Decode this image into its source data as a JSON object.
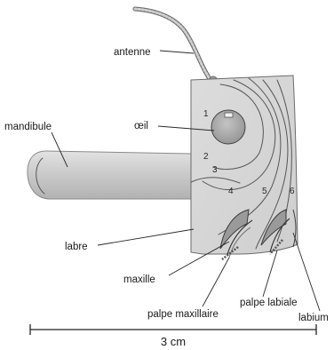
{
  "labels": {
    "antenne": "antenne",
    "mandibule": "mandibule",
    "oeil": "œil",
    "labre": "labre",
    "maxille": "maxille",
    "palpe_maxillaire": "palpe maxillaire",
    "palpe_labiale": "palpe labiale",
    "labium": "labium"
  },
  "region_numbers": [
    "1",
    "2",
    "3",
    "4",
    "5",
    "6"
  ],
  "scale_bar": {
    "label": "3 cm"
  }
}
